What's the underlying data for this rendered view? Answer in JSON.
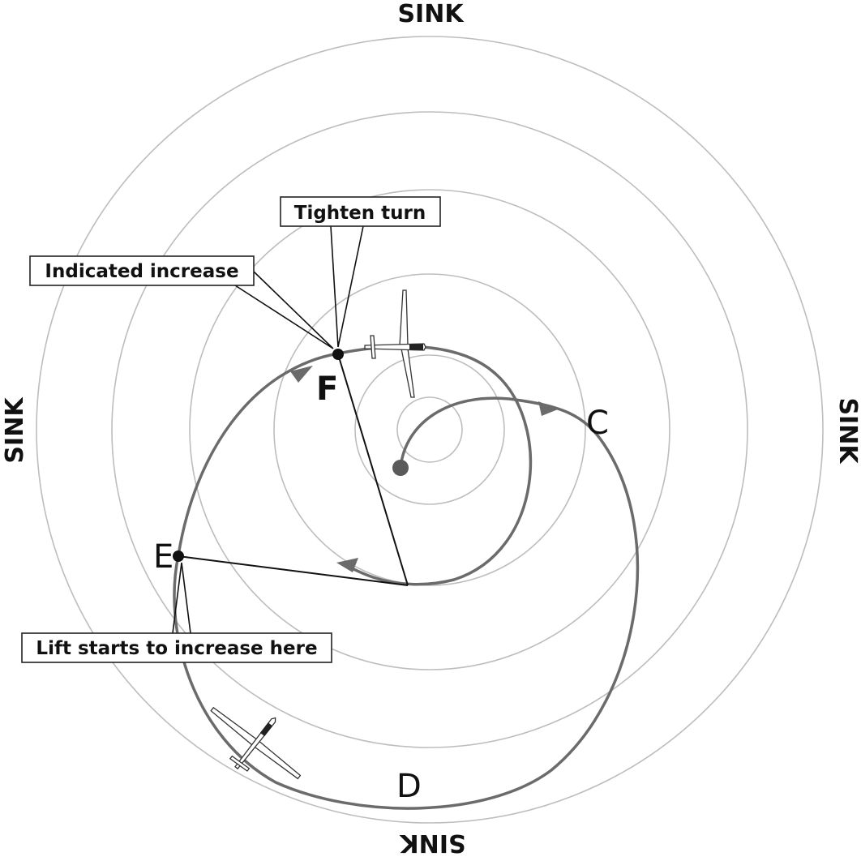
{
  "labels": {
    "sink_top": "SINK",
    "sink_left": "SINK",
    "sink_right": "SINK",
    "sink_bottom": "SINK",
    "point_c": "C",
    "point_d": "D",
    "point_e": "E",
    "point_f": "F"
  },
  "callouts": {
    "tighten_turn": "Tighten turn",
    "indicated_increase": "Indicated increase",
    "lift_starts": "Lift starts to increase here"
  },
  "colors": {
    "rings": "#bdbdbd",
    "flight_path": "#6b6b6b",
    "ink": "#111111"
  }
}
